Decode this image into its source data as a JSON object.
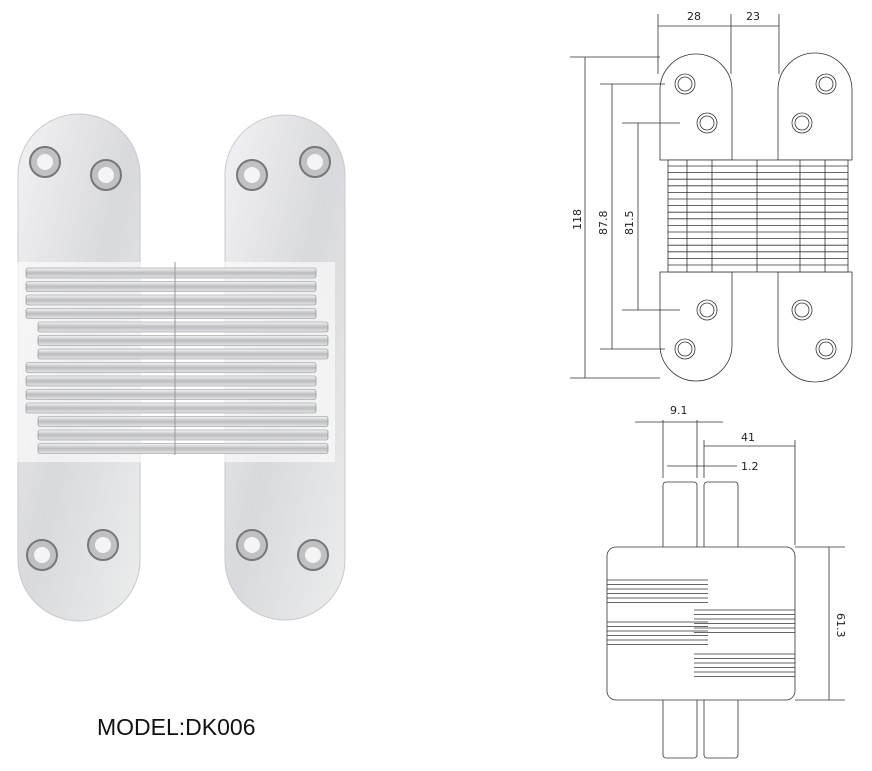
{
  "model_label": "MODEL:DK006",
  "front_view_dimensions": {
    "width_left": "28",
    "width_right": "23",
    "total_height": "118",
    "outer_hole_spacing": "87.8",
    "inner_hole_spacing": "81.5"
  },
  "side_view_dimensions": {
    "leaf_thickness": "9.1",
    "gap": "1.2",
    "depth": "41",
    "body_height": "61.3"
  },
  "colors": {
    "metal_light": "#e9eaec",
    "metal_dark": "#a9abb0",
    "line": "#333333"
  }
}
